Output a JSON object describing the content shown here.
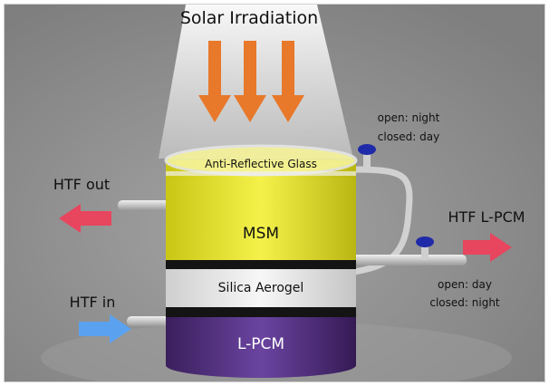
{
  "title": "Solar Irradiation",
  "layers": {
    "glass": "Anti-Reflective Glass",
    "msm": "MSM",
    "aerogel": "Silica Aerogel",
    "pcm": "L-PCM"
  },
  "flows": {
    "htf_out": "HTF out",
    "htf_in": "HTF in",
    "htf_lpcm": "HTF L-PCM"
  },
  "valves": {
    "top": {
      "line1": "open: night",
      "line2": "closed: day"
    },
    "bottom": {
      "line1": "open: day",
      "line2": "closed: night"
    }
  },
  "colors": {
    "background": "#8c8c8c",
    "solar_arrow": "#e8782a",
    "out_arrow": "#e8455e",
    "in_arrow": "#5aa2f0",
    "msm": "#e9e61c",
    "pcm": "#4e2d78",
    "valve": "#1f2aa8"
  }
}
